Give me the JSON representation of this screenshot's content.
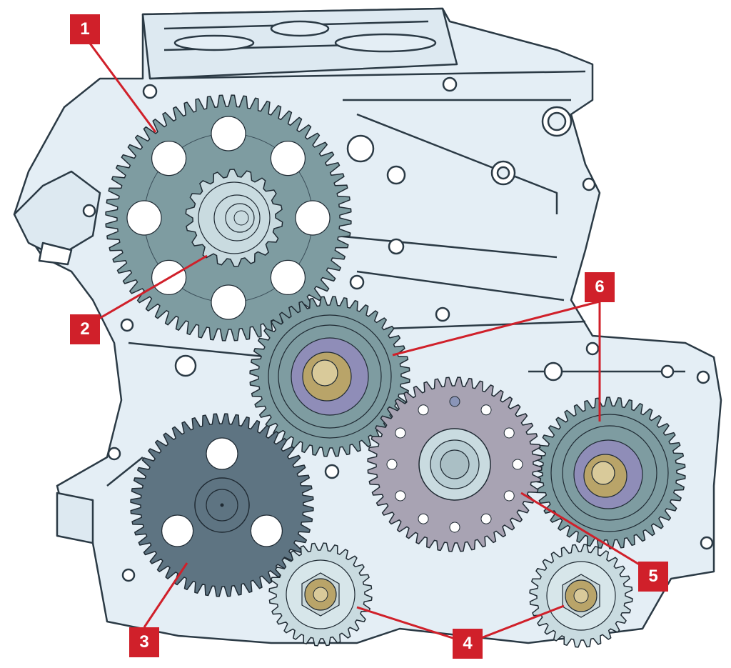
{
  "diagram": {
    "callouts": [
      {
        "id": "1",
        "label": "1"
      },
      {
        "id": "2",
        "label": "2"
      },
      {
        "id": "3",
        "label": "3"
      },
      {
        "id": "4",
        "label": "4"
      },
      {
        "id": "5",
        "label": "5"
      },
      {
        "id": "6",
        "label": "6"
      }
    ],
    "colors": {
      "block_fill": "#e4eef5",
      "block_line": "#2b3a45",
      "gear_teal": "#7e9ca1",
      "gear_dark": "#5e7482",
      "gear_mauve": "#a8a3b3",
      "gear_light": "#c9dbe0",
      "bolt_gold": "#b9a469",
      "bolt_ring": "#8f8db8",
      "callout_red": "#d0202a"
    }
  }
}
